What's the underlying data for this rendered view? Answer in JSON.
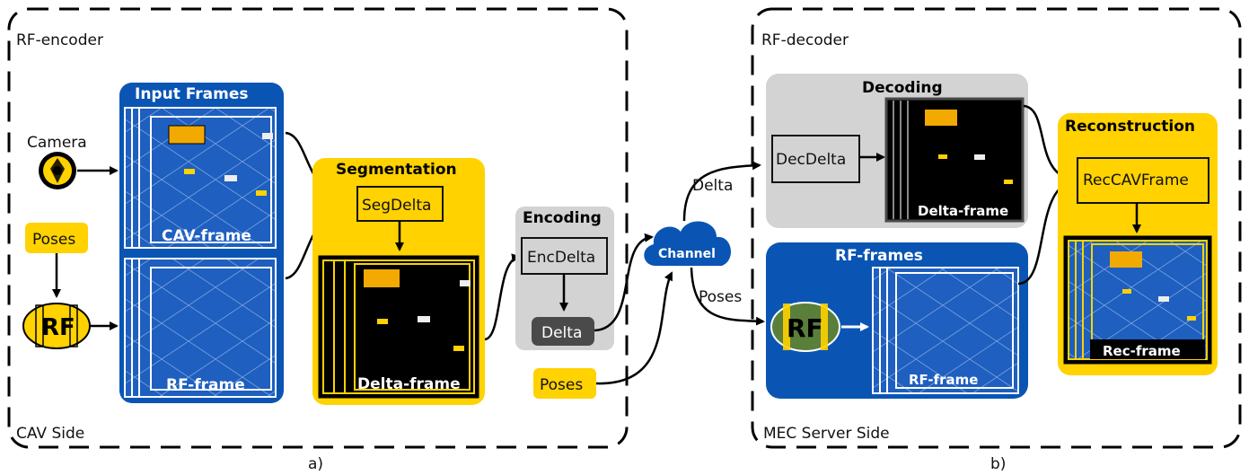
{
  "left_panel": {
    "title": "RF-encoder",
    "side": "CAV Side",
    "caption": "a)",
    "camera_label": "Camera",
    "poses_label": "Poses",
    "rf_label": "RF",
    "input_frames": {
      "title": "Input Frames",
      "cav_frame": "CAV-frame",
      "rf_frame": "RF-frame"
    },
    "segmentation": {
      "title": "Segmentation",
      "module": "SegDelta",
      "frame": "Delta-frame"
    },
    "encoding": {
      "title": "Encoding",
      "module": "EncDelta",
      "output": "Delta"
    },
    "poses_input": "Poses"
  },
  "channel": {
    "label": "Channel",
    "delta_label": "Delta",
    "poses_label": "Poses"
  },
  "right_panel": {
    "title": "RF-decoder",
    "side": "MEC Server Side",
    "caption": "b)",
    "decoding": {
      "title": "Decoding",
      "module": "DecDelta",
      "frame": "Delta-frame"
    },
    "rf_frames": {
      "title": "RF-frames",
      "rf_label": "RF",
      "frame": "RF-frame"
    },
    "reconstruction": {
      "title": "Reconstruction",
      "module": "RecCAVFrame",
      "frame": "Rec-frame"
    }
  },
  "colors": {
    "blue": "#0a55b4",
    "yellow": "#ffd200",
    "gray": "#d3d3d3",
    "dark": "#4a4a4a"
  }
}
